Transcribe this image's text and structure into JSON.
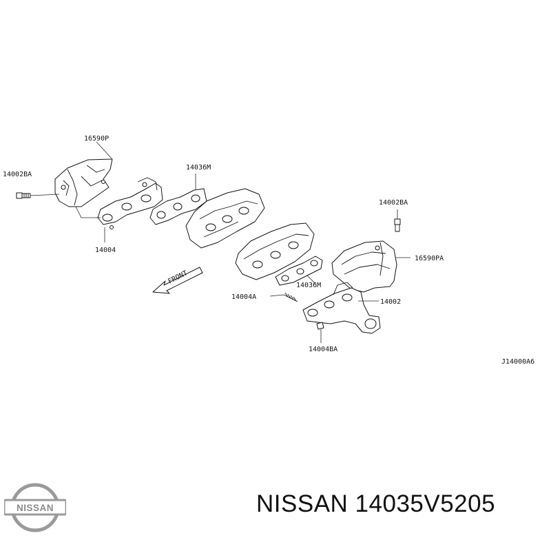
{
  "diagram": {
    "labels": {
      "p16590P": "16590P",
      "p14002BA_left": "14002BA",
      "p14036M_top": "14036M",
      "p14004": "14004",
      "p14002BA_right": "14002BA",
      "p16590PA": "16590PA",
      "p14036M_mid": "14036M",
      "p14004A": "14004A",
      "p14002": "14002",
      "p14004BA": "14004BA",
      "front": "FRONT",
      "figure_code": "J14000A6"
    }
  },
  "brand": {
    "logo_text": "NISSAN",
    "caption_brand": "NISSAN",
    "caption_part": "14035V5205"
  },
  "colors": {
    "ink": "#111111",
    "logo_gray": "#9a9a9a",
    "background": "#ffffff"
  }
}
